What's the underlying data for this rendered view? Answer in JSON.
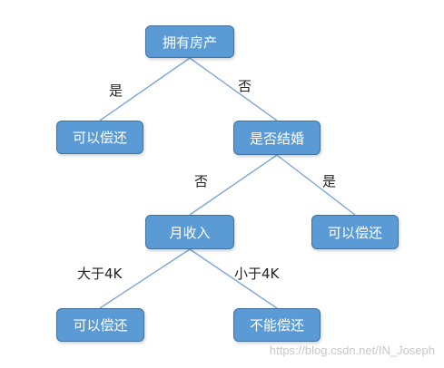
{
  "nodes": {
    "root": "拥有房产",
    "repay_left_1": "可以偿还",
    "married": "是否结婚",
    "income": "月收入",
    "repay_right": "可以偿还",
    "repay_left_2": "可以偿还",
    "cannot_repay": "不能偿还"
  },
  "edges": {
    "root_yes": "是",
    "root_no": "否",
    "married_no": "否",
    "married_yes": "是",
    "income_gt": "大于4K",
    "income_lt": "小于4K"
  },
  "watermark": "https://blog.csdn.net/IN_Joseph",
  "colors": {
    "node_fill": "#5b9bd5",
    "node_border": "#41719c",
    "edge": "#7fa6d6"
  }
}
